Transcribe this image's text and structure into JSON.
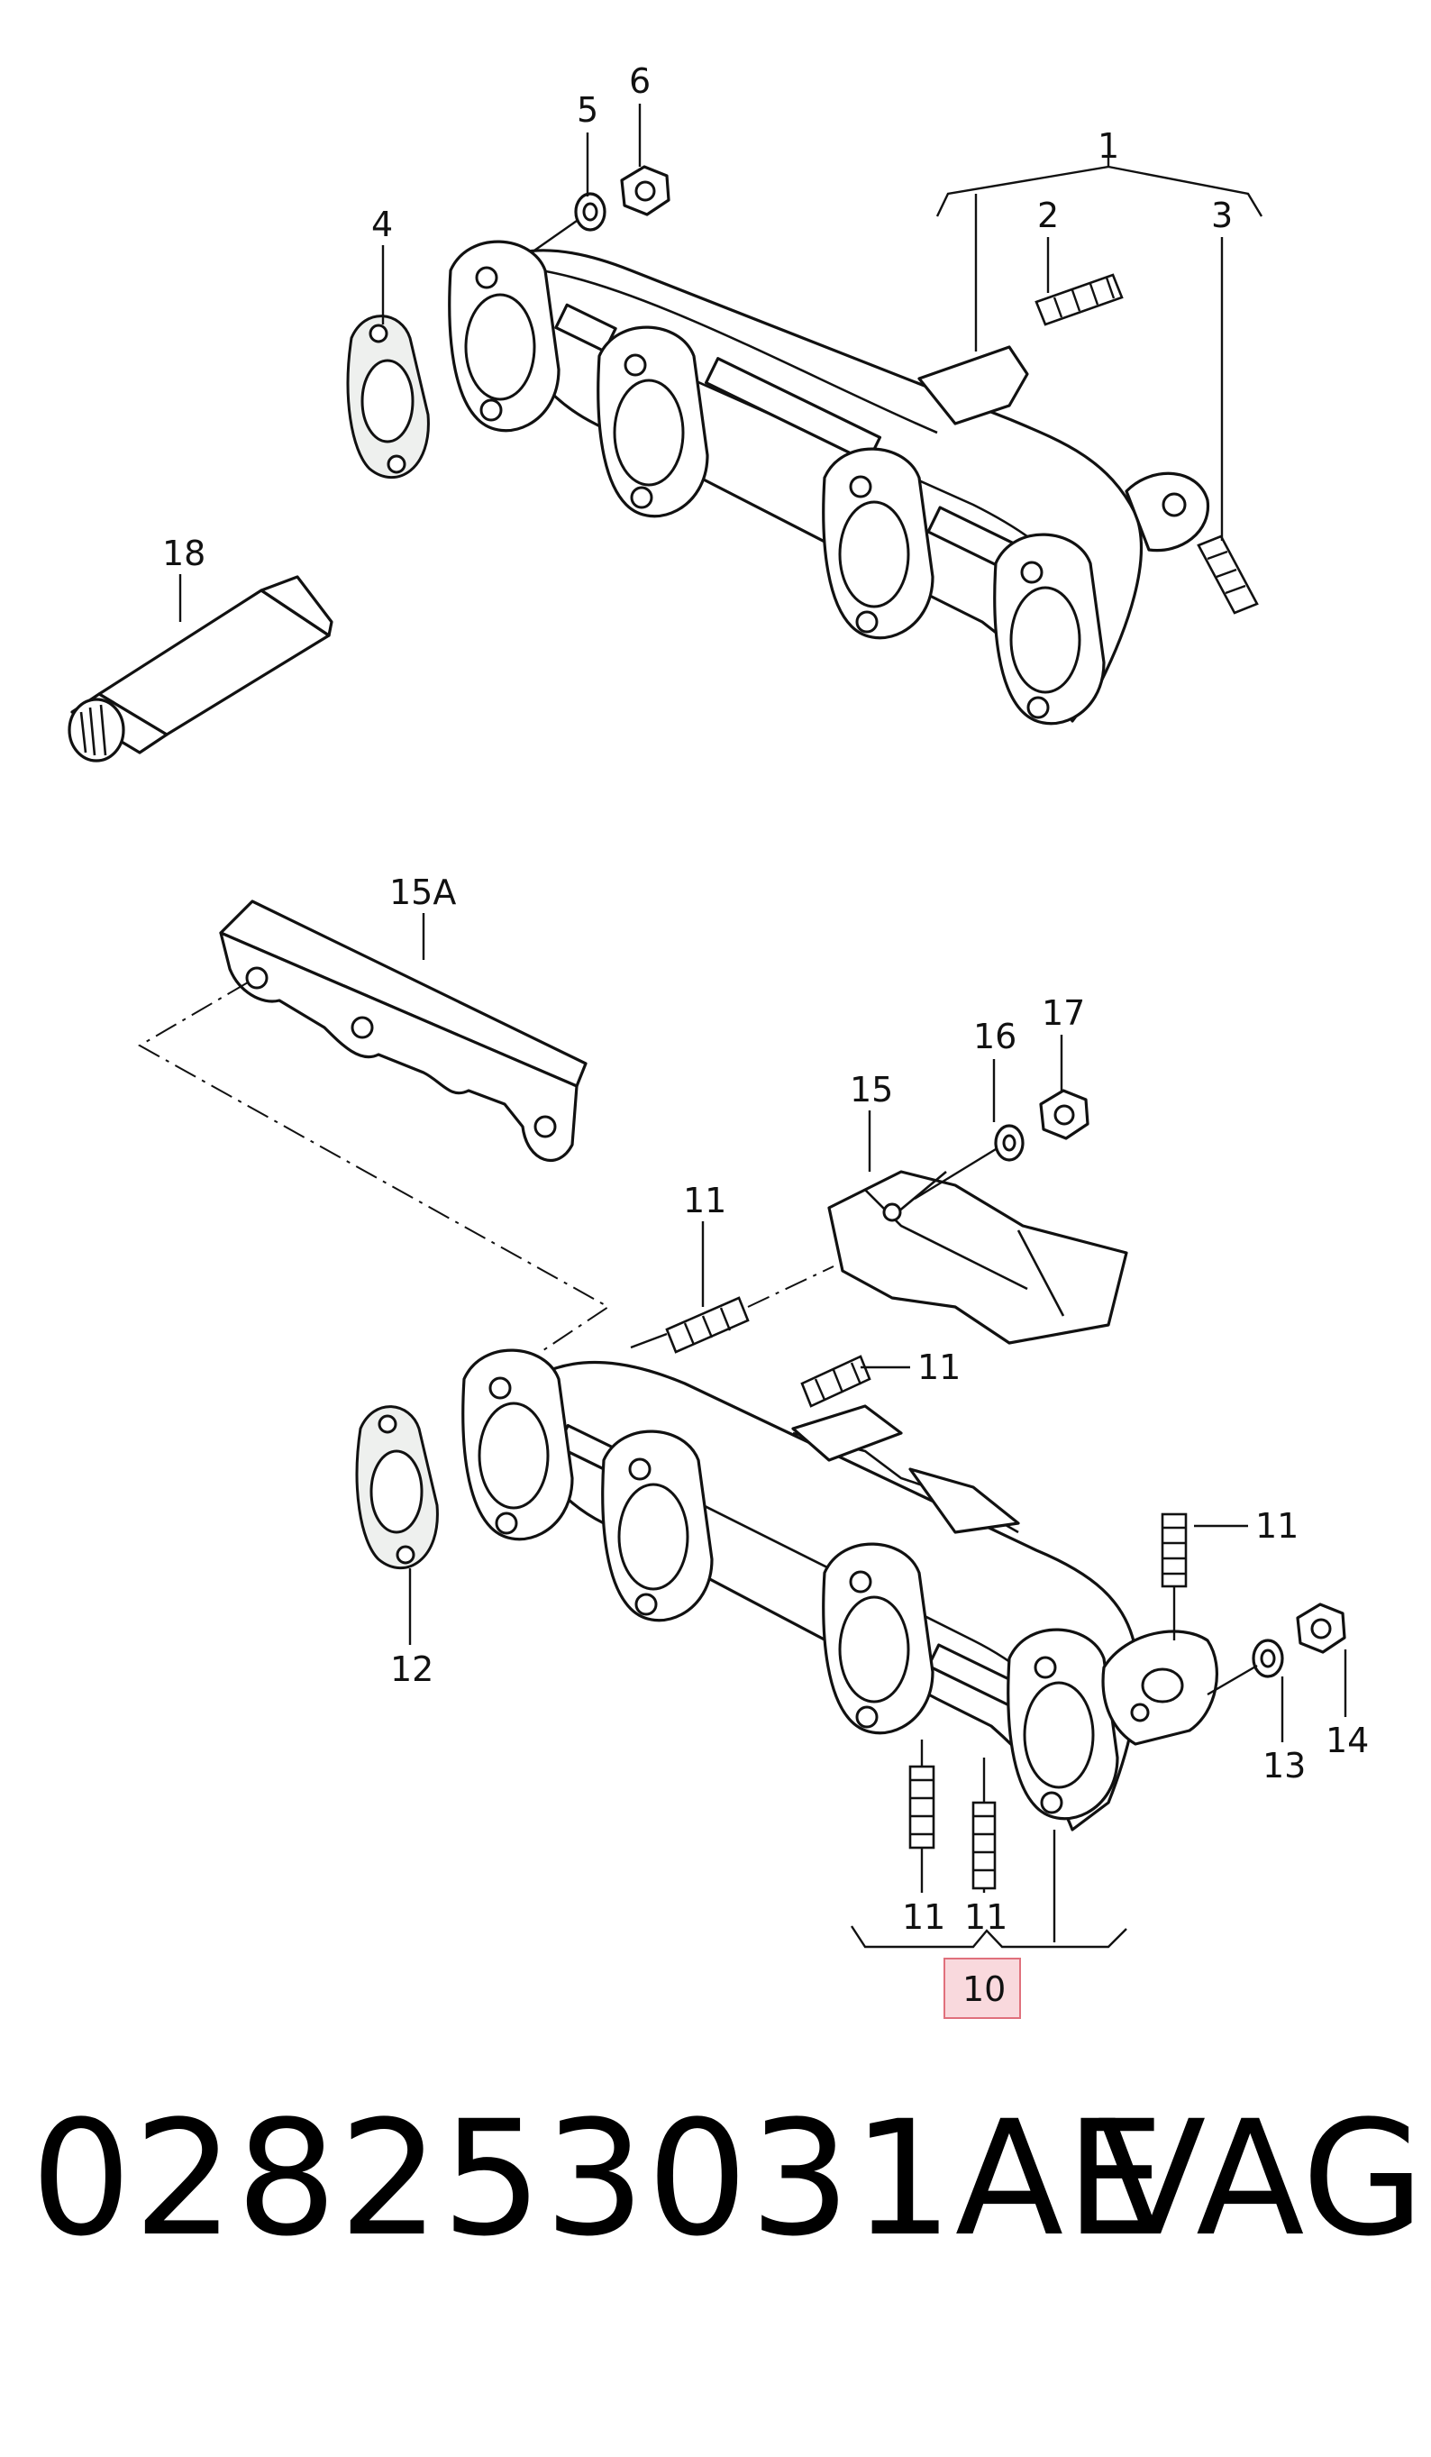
{
  "diagram": {
    "labels": {
      "p1": "1",
      "p2": "2",
      "p3": "3",
      "p4": "4",
      "p5": "5",
      "p6": "6",
      "p18": "18",
      "p15a": "15A",
      "p15": "15",
      "p16": "16",
      "p17": "17",
      "p11_a": "11",
      "p11_b": "11",
      "p11_c": "11",
      "p11_d": "11",
      "p11_e": "11",
      "p12": "12",
      "p13": "13",
      "p14": "14",
      "p10": "10"
    },
    "highlighted_part": "10",
    "highlight_color": "#f9d9dd"
  },
  "caption": {
    "part_number": "028253031AE",
    "brand": "VAG"
  }
}
